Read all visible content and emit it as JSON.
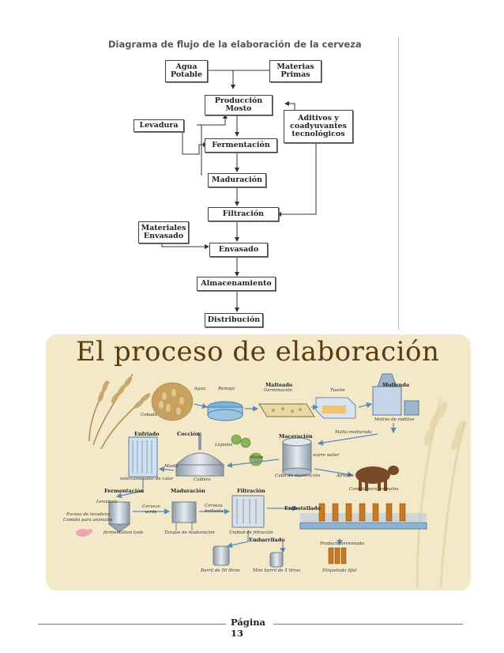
{
  "flow": {
    "title": "Diagrama de flujo de la elaboración de la cerveza",
    "boxes": {
      "agua_line1": "Agua",
      "agua_line2": "Potable",
      "materias_line1": "Materias",
      "materias_line2": "Primas",
      "produccion_line1": "Producción",
      "produccion_line2": "Mosto",
      "levadura": "Levadura",
      "aditivos_line1": "Aditivos y",
      "aditivos_line2": "coadyuvantes",
      "aditivos_line3": "tecnológicos",
      "fermentacion": "Fermentación",
      "maduracion": "Maduración",
      "filtracion": "Filtración",
      "materiales_line1": "Materiales",
      "materiales_line2": "Envasado",
      "envasado": "Envasado",
      "almacenamiento": "Almacenamiento",
      "distribucion": "Distribución"
    }
  },
  "poster": {
    "title": "El proceso de elaboración",
    "steps": {
      "malteado": "Malteado",
      "molienda": "Molienda",
      "enfriado": "Enfriado",
      "coccion": "Cocción",
      "maceracion": "Maceración",
      "fermentacion": "Fermentación",
      "maduracion": "Maduración",
      "filtracion": "Filtración",
      "embotellado": "Embotellado",
      "embarrilado": "Embarrilado"
    },
    "labels": {
      "cebada": "Cebada",
      "agua": "Agua",
      "remojo": "Remojo",
      "germinacion": "Germinación",
      "tueste": "Tueste",
      "molino": "Molino de rodillos",
      "malta_molturada": "Malta molturada",
      "lupulos": "Lúpulos",
      "mosto_coccion": "Mosto",
      "warm_water": "warm water",
      "cuba": "Cuba de maceración",
      "afrecho": "Afrecho",
      "comida": "Comida para animales",
      "intercambiador": "intercambiador de calor",
      "mosto_enfriado": "Mosto",
      "caldera": "Caldera",
      "levadura": "Levadura",
      "cerveza_verde_1": "Cerveza",
      "cerveza_verde_2": "verde",
      "cerveza_brillante_1": "Cerveza",
      "cerveza_brillante_2": "brillante",
      "exceso_1": "Exceso de levadura",
      "exceso_2": "Comida para animales",
      "fermentation_tank": "fermentation tank",
      "tanque_maduracion": "Tanque de maduración",
      "unidad_filtracion": "Unidad de filtración",
      "producto_terminado": "Producto terminado",
      "barril": "Barril de 50 litros",
      "mini_barril": "Mini barril de 5 litros",
      "etiquetado": "Etiquetado fiJal"
    }
  },
  "footer": {
    "page_label": "Página",
    "page_number": "13"
  },
  "colors": {
    "rule": "#4f81bd",
    "poster_bg": "#f3e9c9",
    "poster_title": "#5a3d0e",
    "steel": "#b9c3cc",
    "arrow": "#5b89b8"
  }
}
